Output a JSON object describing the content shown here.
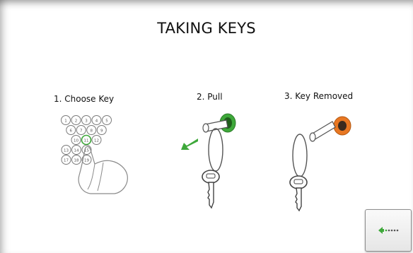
{
  "screen": {
    "title": "TAKING KEYS"
  },
  "steps": [
    {
      "label": "1. Choose Key"
    },
    {
      "label": "2. Pull"
    },
    {
      "label": "3. Key Removed"
    }
  ],
  "keypad": {
    "rows": [
      [
        "1",
        "2",
        "3",
        "4",
        "5"
      ],
      [
        "6",
        "7",
        "8",
        "9"
      ],
      [
        "10",
        "11",
        "12"
      ],
      [
        "13",
        "14",
        "15"
      ],
      [
        "17",
        "18",
        "19"
      ]
    ],
    "selected": "11"
  },
  "colors": {
    "accent_green": "#3ea83a",
    "removed_orange": "#e87722",
    "line": "#777777"
  },
  "nav": {
    "back_icon": "back-arrow-icon"
  }
}
